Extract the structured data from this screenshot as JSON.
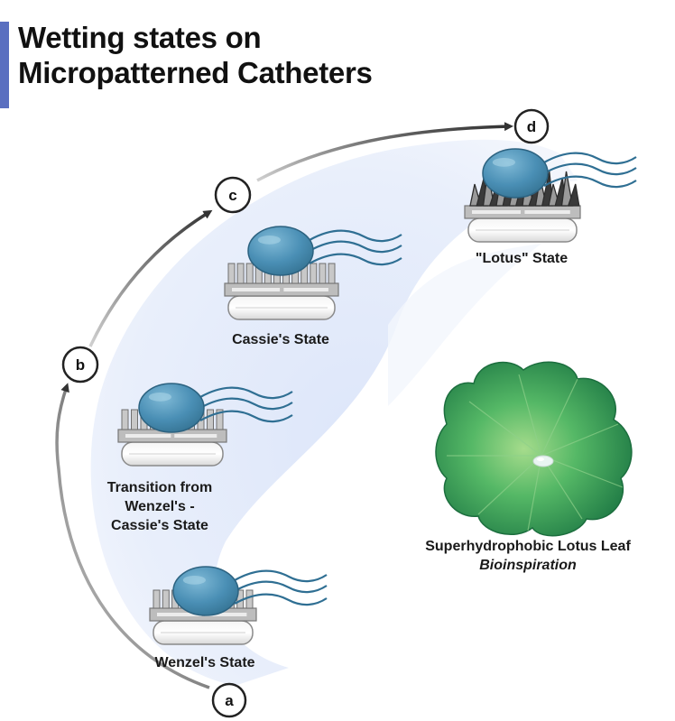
{
  "title": {
    "line1": "Wetting states on",
    "line2": "Micropatterned Catheters"
  },
  "steps": [
    {
      "letter": "a",
      "label_lines": [
        "Wenzel's State"
      ]
    },
    {
      "letter": "b",
      "label_lines": [
        "Transition from",
        "Wenzel's -",
        "Cassie's State"
      ]
    },
    {
      "letter": "c",
      "label_lines": [
        "Cassie's State"
      ]
    },
    {
      "letter": "d",
      "label_lines": [
        "\"Lotus\" State"
      ]
    }
  ],
  "leaf": {
    "caption": "Superhydrophobic Lotus Leaf",
    "subcaption": "Bioinspiration"
  },
  "colors": {
    "accent": "#5a6fc0",
    "bacterium": "#4a8fb5",
    "flagella": "#2f6f93",
    "surface": "#bdbdbd",
    "spikes": "#2d2d2d",
    "background_band": "#e8eefb",
    "leaf": "#3fae5b"
  }
}
